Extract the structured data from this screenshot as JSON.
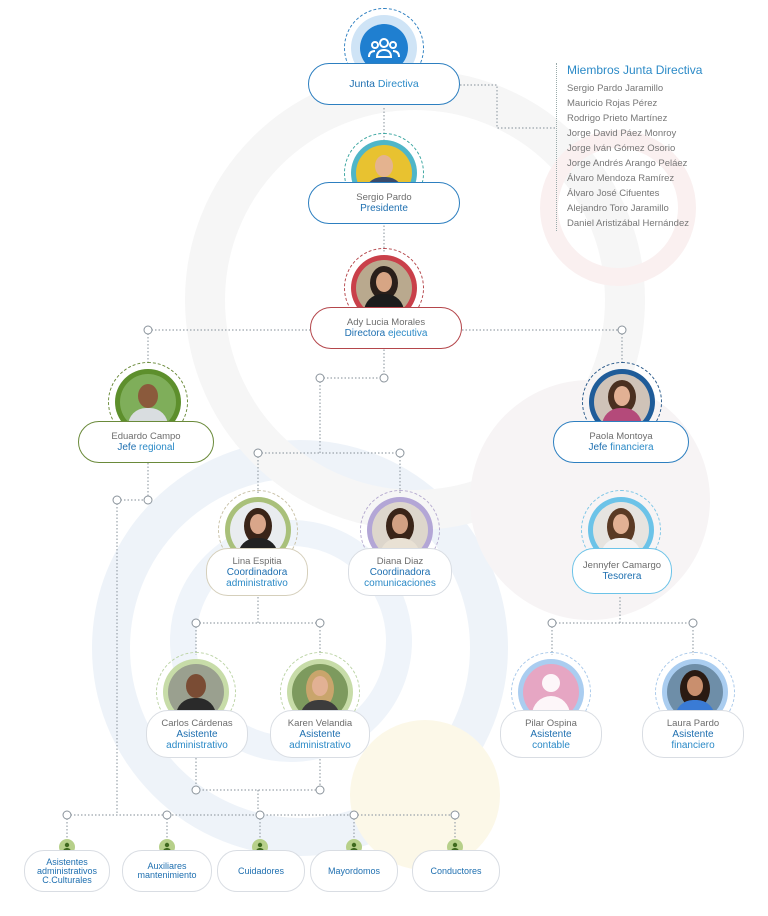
{
  "junta": {
    "label_a": "Junta",
    "label_b": "Directiva",
    "icon": "people-group-icon"
  },
  "members": {
    "title": "Miembros Junta Directiva",
    "list": [
      "Sergio Pardo Jaramillo",
      "Mauricio Rojas Pérez",
      "Rodrigo Prieto Martínez",
      "Jorge David Páez Monroy",
      "Jorge Iván Gómez Osorio",
      "Jorge Andrés Arango Peláez",
      "Álvaro Mendoza Ramírez",
      "Álvaro José Cifuentes",
      "Alejandro Toro Jaramillo",
      "Daniel Aristizábal Hernández"
    ]
  },
  "president": {
    "name": "Sergio Pardo",
    "role": "Presidente"
  },
  "director": {
    "name": "Ady Lucia Morales",
    "role_a": "Directora",
    "role_b": "ejecutiva"
  },
  "regional": {
    "name": "Eduardo Campo",
    "role_a": "Jefe",
    "role_b": "regional"
  },
  "financial": {
    "name": "Paola Montoya",
    "role_a": "Jefe",
    "role_b": "financiera"
  },
  "coord_admin": {
    "name": "Lina Espitia",
    "role_a": "Coordinadora",
    "role_b": "administrativo"
  },
  "coord_com": {
    "name": "Diana Diaz",
    "role_a": "Coordinadora",
    "role_b": "comunicaciones"
  },
  "treasurer": {
    "name": "Jennyfer Camargo",
    "role": "Tesorera"
  },
  "asst1": {
    "name": "Carlos Cárdenas",
    "role_a": "Asistente",
    "role_b": "administrativo"
  },
  "asst2": {
    "name": "Karen Velandia",
    "role_a": "Asistente",
    "role_b": "administrativo"
  },
  "asst3": {
    "name": "Pilar Ospina",
    "role_a": "Asistente",
    "role_b": "contable"
  },
  "asst4": {
    "name": "Laura Pardo",
    "role_a": "Asistente",
    "role_b": "financiero"
  },
  "staff": [
    {
      "line1": "Asistentes",
      "line2": "administrativos",
      "line3": "C.Culturales"
    },
    {
      "line1": "Auxiliares",
      "line2": "mantenimiento",
      "line3": ""
    },
    {
      "line1": "Cuidadores",
      "line2": "",
      "line3": ""
    },
    {
      "line1": "Mayordomos",
      "line2": "",
      "line3": ""
    },
    {
      "line1": "Conductores",
      "line2": "",
      "line3": ""
    }
  ],
  "colors": {
    "primary": "#1e6fb0",
    "director_border": "#b4464b",
    "regional_border": "#6a8a3a",
    "coord_border": "#c9c2a8",
    "light_blue": "#5fb8e3"
  }
}
